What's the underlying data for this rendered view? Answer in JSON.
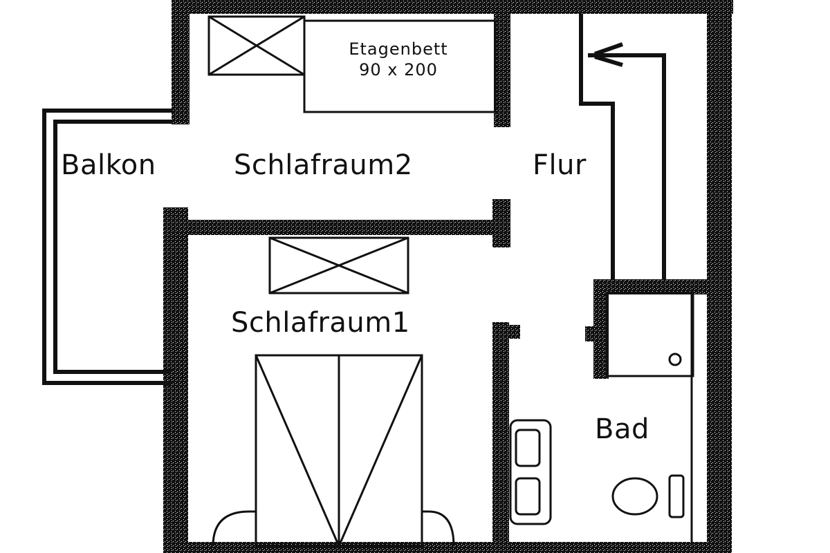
{
  "rooms": {
    "balkon": "Balkon",
    "schlafraum2": "Schlafraum2",
    "flur": "Flur",
    "schlafraum1": "Schlafraum1",
    "bad": "Bad"
  },
  "furniture": {
    "bunk_bed_name": "Etagenbett",
    "bunk_bed_size": "90 x 200"
  },
  "colors": {
    "wall": "#111111",
    "background": "#ffffff"
  }
}
